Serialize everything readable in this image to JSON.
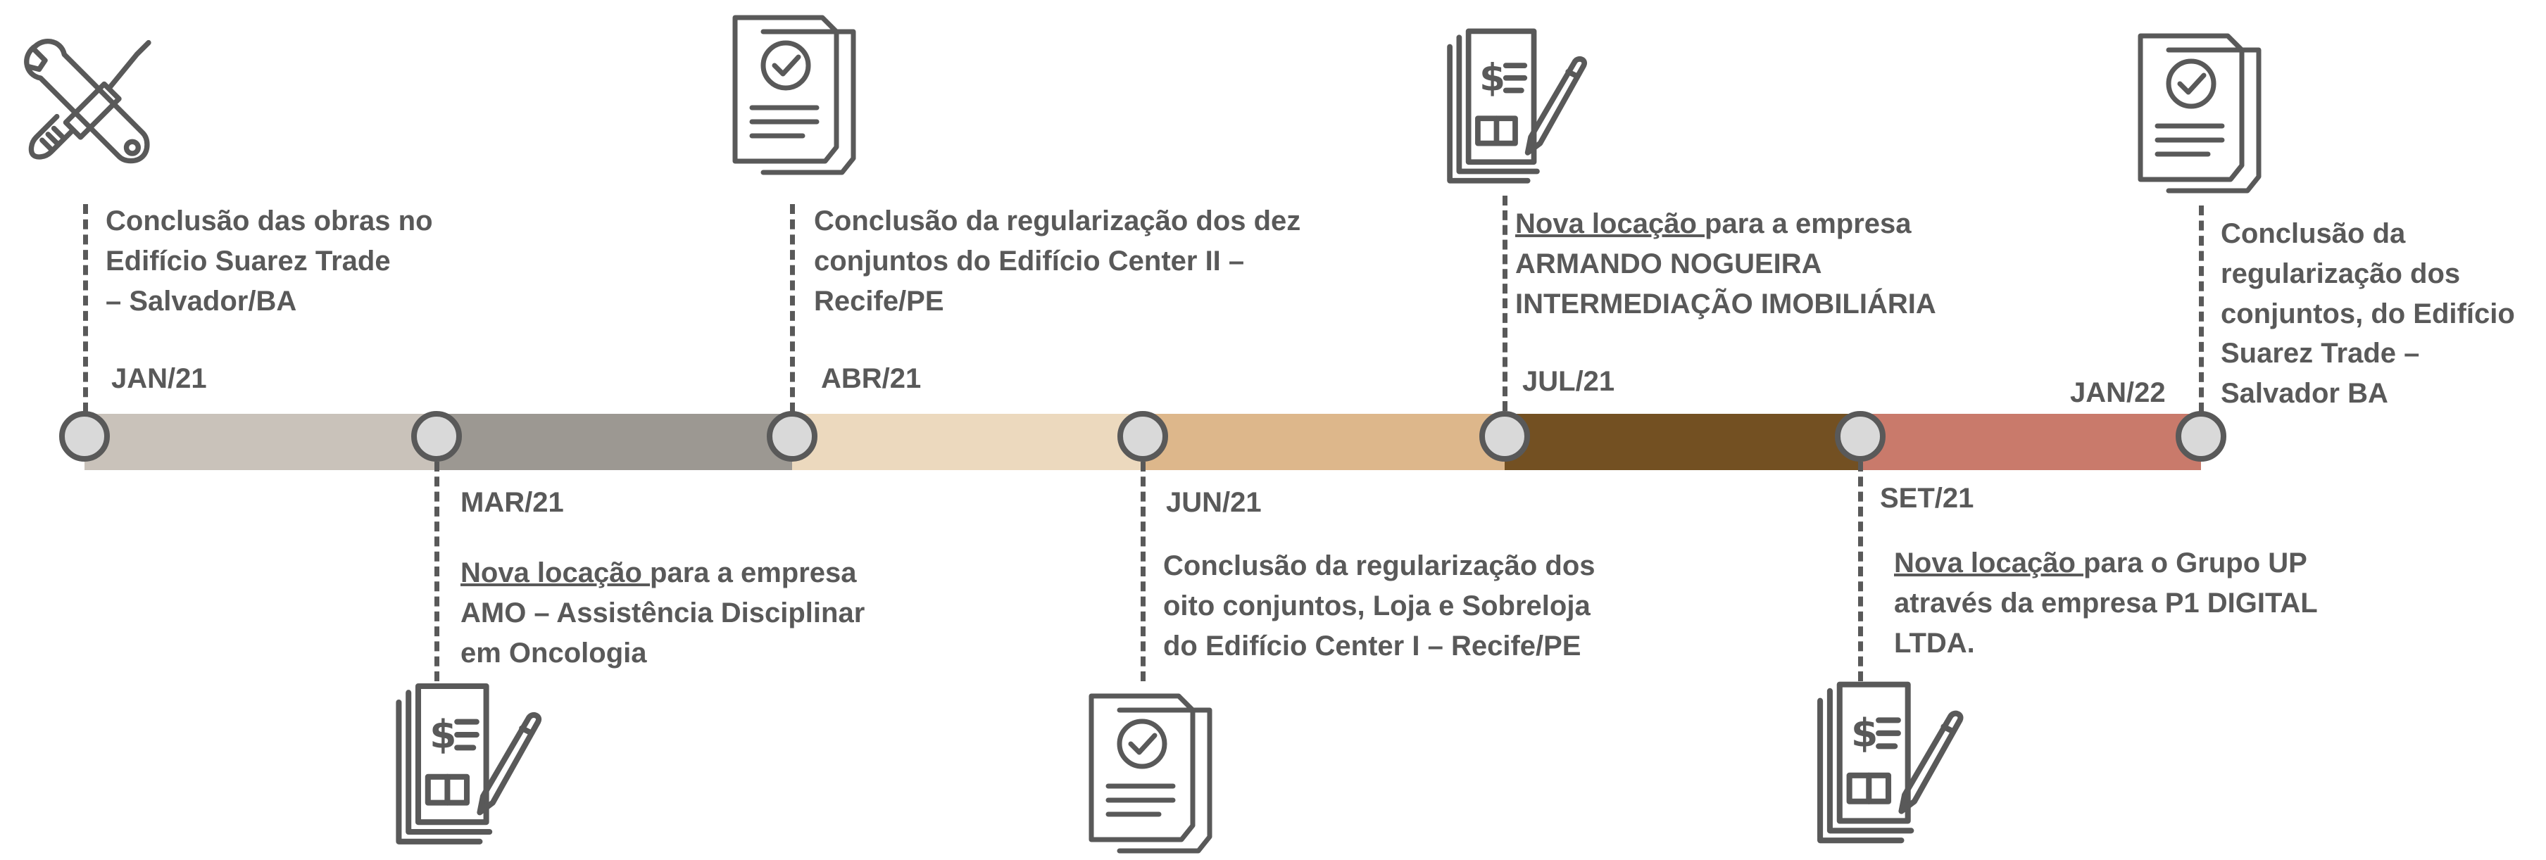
{
  "colors": {
    "stroke": "#595959",
    "node_fill": "#d9d9d9",
    "segments": [
      "#c9c2ba",
      "#9c9892",
      "#ecd9be",
      "#ddb78b",
      "#735022",
      "#c97a6b"
    ]
  },
  "events": [
    {
      "date": "JAN/21",
      "icon": "wrench-screwdriver-icon",
      "lines": [
        "Conclusão das obras no",
        "Edifício Suarez Trade",
        "– Salvador/BA"
      ]
    },
    {
      "date": "MAR/21",
      "icon": "contract-signing-icon",
      "highlight": "Nova locação ",
      "lines": [
        "para a empresa",
        "AMO – Assistência Disciplinar",
        "em Oncologia"
      ]
    },
    {
      "date": "ABR/21",
      "icon": "approved-document-icon",
      "lines": [
        "Conclusão da regularização dos dez",
        "conjuntos do Edifício Center II –",
        "Recife/PE"
      ]
    },
    {
      "date": "JUN/21",
      "icon": "approved-document-icon",
      "lines": [
        "Conclusão da regularização dos",
        "oito conjuntos, Loja e Sobreloja",
        "do Edifício Center I – Recife/PE"
      ]
    },
    {
      "date": "JUL/21",
      "icon": "contract-signing-icon",
      "highlight": "Nova locação ",
      "lines": [
        "para a empresa",
        "ARMANDO NOGUEIRA",
        "INTERMEDIAÇÃO IMOBILIÁRIA"
      ]
    },
    {
      "date": "SET/21",
      "icon": "contract-signing-icon",
      "highlight": "Nova locação ",
      "lines": [
        "para o Grupo UP",
        "através da empresa P1 DIGITAL",
        "LTDA."
      ]
    },
    {
      "date": "JAN/22",
      "icon": "approved-document-icon",
      "lines": [
        "Conclusão da",
        "regularização dos",
        "conjuntos,  do Edifício",
        "Suarez Trade –",
        "Salvador BA"
      ]
    }
  ]
}
